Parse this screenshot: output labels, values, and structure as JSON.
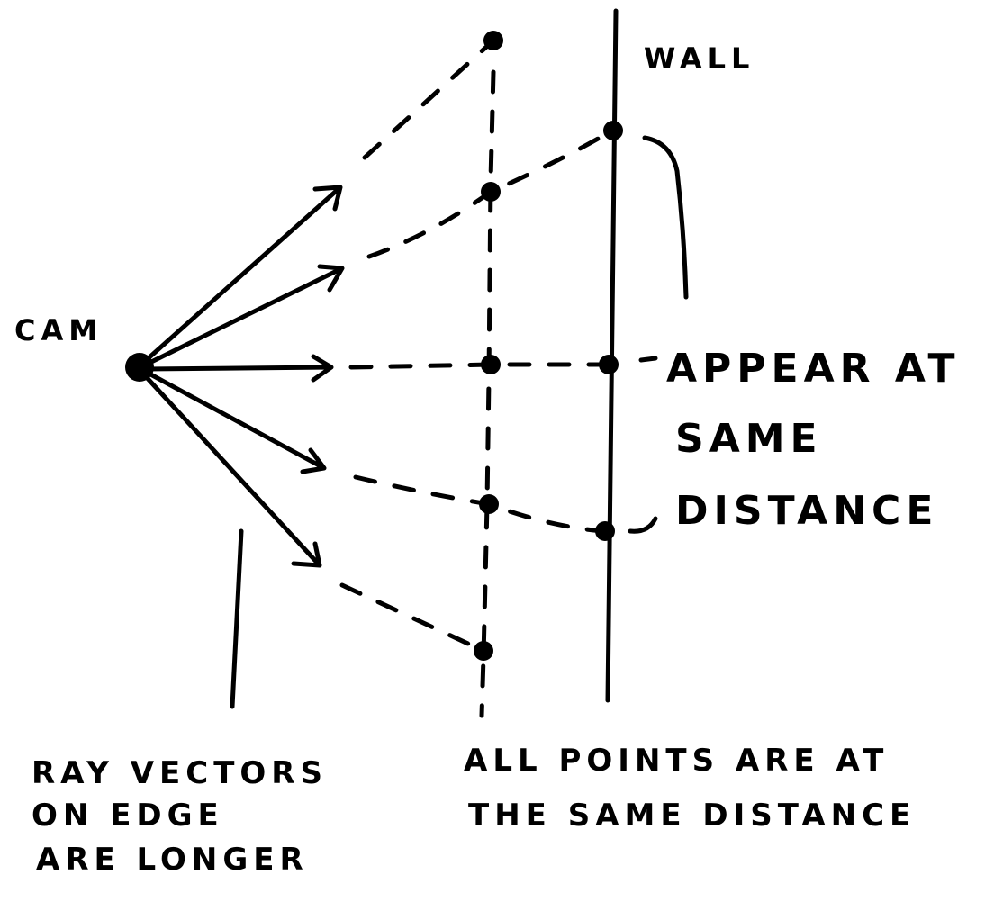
{
  "labels": {
    "wall": "WALL",
    "cam": "CAM",
    "appear": [
      "APPEAR AT",
      "SAME",
      "DISTANCE"
    ],
    "ray": [
      "RAY VECTORS",
      "ON EDGE",
      "ARE LONGER"
    ],
    "points": [
      "ALL POINTS ARE AT",
      "THE SAME DISTANCE"
    ]
  },
  "colors": {
    "ink": "#000000",
    "background": "#ffffff"
  }
}
